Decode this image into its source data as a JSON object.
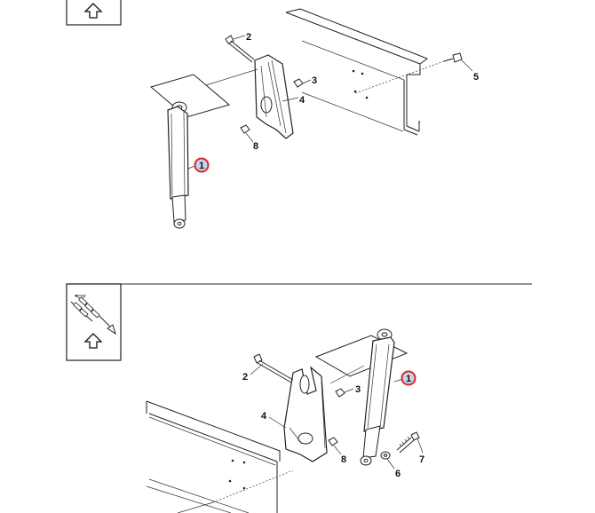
{
  "figure_top": {
    "callouts": {
      "c1": "1",
      "c2": "2",
      "c3": "3",
      "c4": "4",
      "c5": "5",
      "c8": "8"
    },
    "icons": [
      "up-arrow-icon"
    ]
  },
  "figure_bottom": {
    "callouts": {
      "c1": "1",
      "c2": "2",
      "c3": "3",
      "c4": "4",
      "c6": "6",
      "c7": "7",
      "c8": "8"
    },
    "icons": [
      "conveyor-rollers-icon",
      "up-arrow-icon"
    ]
  },
  "colors": {
    "line": "#222222",
    "highlight": "#d9262b",
    "highlight_fill": "#c9d3ea",
    "divider": "#555555"
  }
}
